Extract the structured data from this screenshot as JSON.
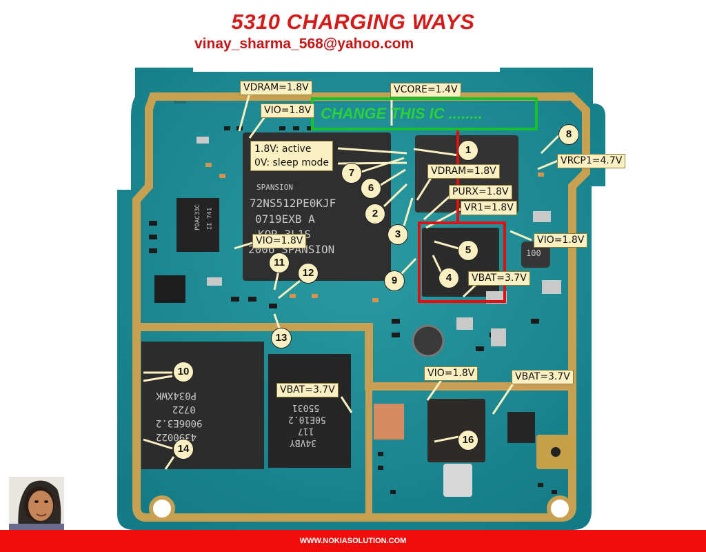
{
  "title": "5310 CHARGING WAYS",
  "email": "vinay_sharma_568@yahoo.com",
  "highlight": {
    "text": "CHANGE THIS IC ........",
    "color": "#19c22a"
  },
  "labels": {
    "vdram_top": "VDRAM=1.8V",
    "vcore": "VCORE=1.4V",
    "vio_top": "VIO=1.8V",
    "active_line1": "1.8V: active",
    "active_line2": "0V: sleep mode",
    "vdram_mid": "VDRAM=1.8V",
    "purx": "PURX=1.8V",
    "vr1": "VR1=1.8V",
    "vrcp1": "VRCP1=4.7V",
    "vio_right": "VIO=1.8V",
    "vio_left": "VIO=1.8V",
    "vbat_right": "VBAT=3.7V",
    "vbat_left": "VBAT=3.7V",
    "vio_bottom": "VIO=1.8V",
    "vbat_bottom": "VBAT=3.7V"
  },
  "numbers": [
    "1",
    "2",
    "3",
    "4",
    "5",
    "6",
    "7",
    "8",
    "9",
    "10",
    "11",
    "12",
    "13",
    "14",
    "16"
  ],
  "chip_text": {
    "flash": [
      "SPANSION",
      "72NS512PE0KJF",
      "0719EXB A",
      "KOR 3L1S",
      "2006 SPANSION"
    ],
    "left_small": [
      "PDAC33C",
      "II 741"
    ],
    "memory": [
      "P034XWK",
      "0722",
      "9006E3.2",
      "4390022"
    ],
    "pmu": [
      "55031",
      "50E10.2",
      "117",
      "34VBY"
    ],
    "coil": "100"
  },
  "footer": "WWW.NOKIASOLUTION.COM",
  "colors": {
    "title": "#d51a1a",
    "highlight_box": "#19c22a",
    "red_box": "#e01010",
    "footer": "#f20c0c",
    "pcb": "#1a8c94",
    "gold_trace": "#c9a052"
  }
}
